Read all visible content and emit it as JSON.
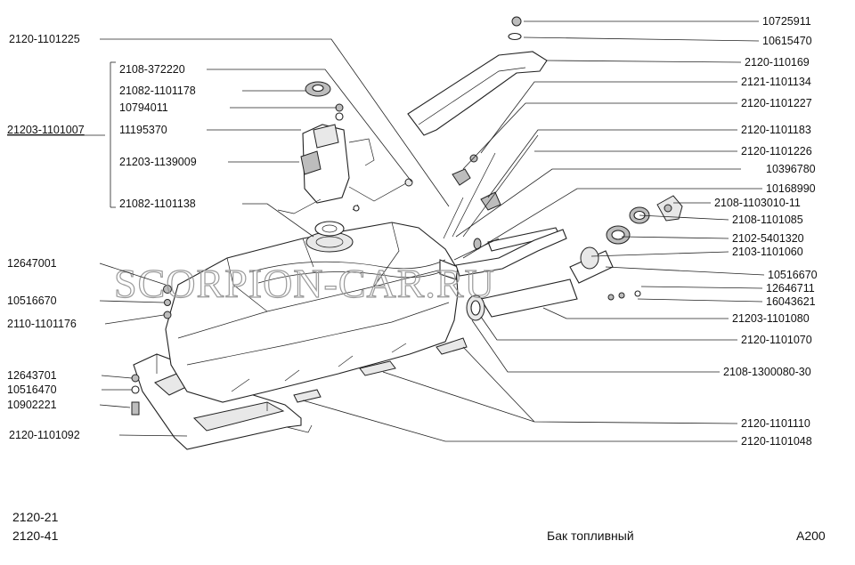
{
  "watermark": "SCORPION-CAR.RU",
  "footer": {
    "model_1": "2120-21",
    "model_2": "2120-41",
    "title": "Бак топливный",
    "code": "A200"
  },
  "labels": {
    "p2120_1101225": "2120-1101225",
    "p2108_372220": "2108-372220",
    "p21082_1101178": "21082-1101178",
    "p10794011": "10794011",
    "p21203_1101007": "21203-1101007",
    "p11195370": "11195370",
    "p21203_1139009": "21203-1139009",
    "p21082_1101138": "21082-1101138",
    "p12647001": "12647001",
    "p10516670": "10516670",
    "p2110_1101176": "2110-1101176",
    "p12643701": "12643701",
    "p10516470": "10516470",
    "p10902221": "10902221",
    "p2120_1101092": "2120-1101092",
    "p10725911": "10725911",
    "p10615470": "10615470",
    "p2120_110169": "2120-110169",
    "p2121_1101134": "2121-1101134",
    "p2120_1101227": "2120-1101227",
    "p2120_1101183": "2120-1101183",
    "p2120_1101226": "2120-1101226",
    "p10396780": "10396780",
    "p10168990": "10168990",
    "p2108_1103010_11": "2108-1103010-11",
    "p2108_1101085": "2108-1101085",
    "p2102_5401320": "2102-5401320",
    "p2103_1101060": "2103-1101060",
    "p10516670_r": "10516670",
    "p12646711": "12646711",
    "p16043621": "16043621",
    "p21203_1101080": "21203-1101080",
    "p2120_1101070": "2120-1101070",
    "p2108_1300080_30": "2108-1300080-30",
    "p2120_1101110": "2120-1101110",
    "p2120_1101048": "2120-1101048"
  }
}
